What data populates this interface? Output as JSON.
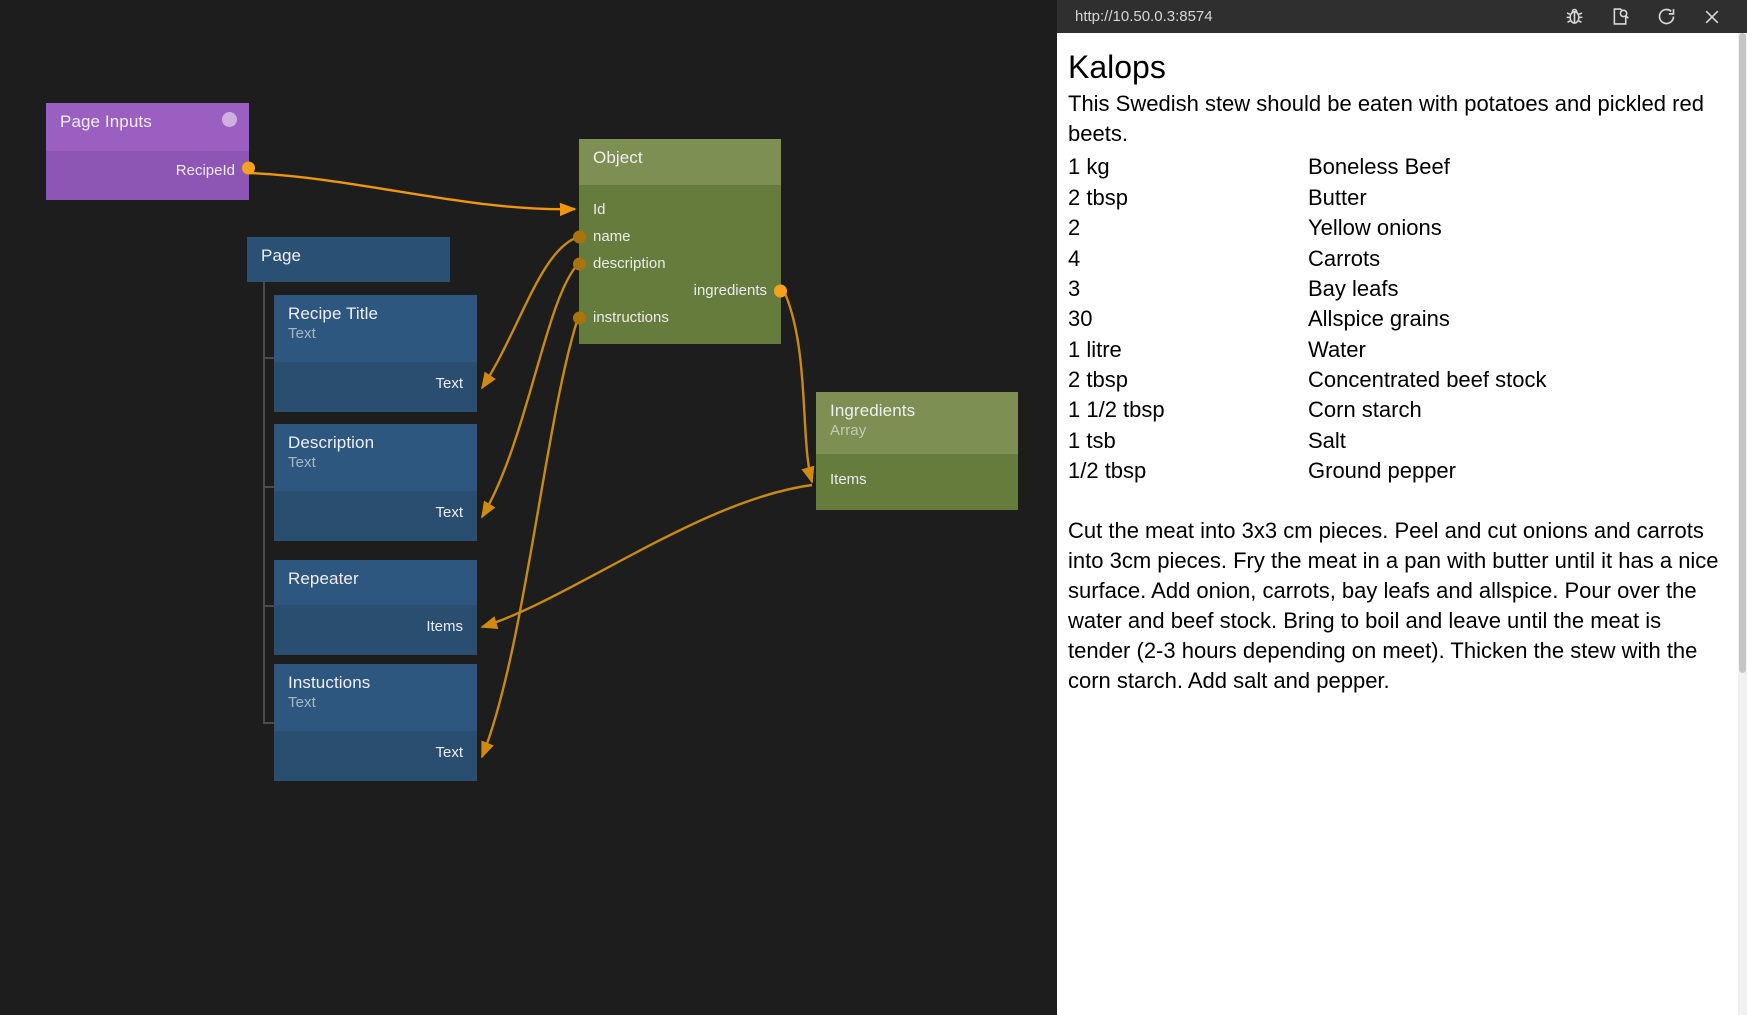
{
  "editor": {
    "nodes": {
      "page_inputs": {
        "title": "Page Inputs",
        "outputs": [
          {
            "label": "RecipeId"
          }
        ]
      },
      "page": {
        "title": "Page"
      },
      "recipe_title": {
        "title": "Recipe Title",
        "subtitle": "Text",
        "outputs": [
          {
            "label": "Text"
          }
        ]
      },
      "description": {
        "title": "Description",
        "subtitle": "Text",
        "outputs": [
          {
            "label": "Text"
          }
        ]
      },
      "repeater": {
        "title": "Repeater",
        "outputs": [
          {
            "label": "Items"
          }
        ]
      },
      "instuctions": {
        "title": "Instuctions",
        "subtitle": "Text",
        "outputs": [
          {
            "label": "Text"
          }
        ]
      },
      "object": {
        "title": "Object",
        "inputs": [
          {
            "label": "Id"
          },
          {
            "label": "name"
          },
          {
            "label": "description"
          },
          {
            "label": "instructions"
          }
        ],
        "outputs": [
          {
            "label": "ingredients"
          }
        ]
      },
      "ingredients": {
        "title": "Ingredients",
        "subtitle": "Array",
        "outputs": [
          {
            "label": "Items"
          }
        ]
      }
    },
    "colors": {
      "canvas": "#1d1d1d",
      "purple_header": "#9a5fc0",
      "purple_body": "#8e56b4",
      "blue_header": "#2d577e",
      "blue_body": "#2a4e70",
      "green_header": "#7d8f52",
      "green_body": "#667c3d",
      "wire": "#f0960c",
      "port": "#f7a21c"
    }
  },
  "preview": {
    "url": "http://10.50.0.3:8574",
    "toolbar": {
      "inspect_label": "bug-icon",
      "screenshot_label": "page-search-icon",
      "reload_label": "reload-icon",
      "close_label": "close-icon"
    },
    "recipe": {
      "title": "Kalops",
      "description": "This Swedish stew should be eaten with potatoes and pickled red beets.",
      "ingredients": [
        {
          "quantity": "1 kg",
          "name": "Boneless Beef"
        },
        {
          "quantity": "2 tbsp",
          "name": "Butter"
        },
        {
          "quantity": "2",
          "name": "Yellow onions"
        },
        {
          "quantity": "4",
          "name": "Carrots"
        },
        {
          "quantity": "3",
          "name": "Bay leafs"
        },
        {
          "quantity": "30",
          "name": "Allspice grains"
        },
        {
          "quantity": "1 litre",
          "name": "Water"
        },
        {
          "quantity": "2 tbsp",
          "name": "Concentrated beef stock"
        },
        {
          "quantity": "1 1/2 tbsp",
          "name": "Corn starch"
        },
        {
          "quantity": "1 tsb",
          "name": "Salt"
        },
        {
          "quantity": "1/2 tbsp",
          "name": "Ground pepper"
        }
      ],
      "instructions": "Cut the meat into 3x3 cm pieces. Peel and cut onions and carrots into 3cm pieces. Fry the meat in a pan with butter until it has a nice surface. Add onion, carrots, bay leafs and allspice. Pour over the water and beef stock. Bring to boil and leave until the meat is tender (2-3 hours depending on meet). Thicken the stew with the corn starch. Add salt and pepper."
    }
  }
}
